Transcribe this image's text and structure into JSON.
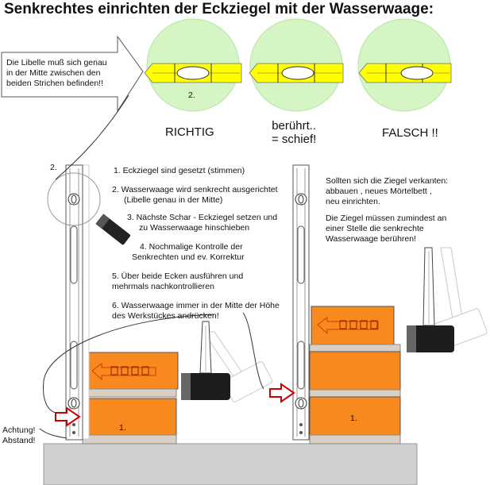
{
  "title": "Senkrechtes einrichten der Eckziegel mit der Wasserwaage:",
  "callout": {
    "lines": [
      "Die Libelle muß sich genau",
      "in der Mitte zwischen den",
      "beiden Strichen befinden!!"
    ]
  },
  "verdicts": {
    "richtig": "RICHTIG",
    "schief_line1": "berührt..",
    "schief_line2": "= schief!",
    "falsch": "FALSCH !!"
  },
  "markers": {
    "detail_number": "2.",
    "circle_number": "2.",
    "brick_left": "1.",
    "brick_right": "1."
  },
  "steps": {
    "s1": "1. Eckziegel sind gesetzt (stimmen)",
    "s2a": "2. Wasserwaage wird senkrecht ausgerichtet",
    "s2b": "(Libelle genau in der Mitte)",
    "s3a": "3. Nächste Schar - Eckziegel setzen und",
    "s3b": "zu Wasserwaage hinschieben",
    "s4a": "4. Nochmalige Kontrolle der",
    "s4b": "Senkrechten und ev. Korrektur",
    "s5a": "5. Über beide Ecken ausführen und",
    "s5b": "mehrmals nachkontrollieren",
    "s6a": "6. Wasserwaage immer in der Mitte der Höhe",
    "s6b": "des Werkstückes andrücken!"
  },
  "right_note": {
    "l1": "Sollten sich die Ziegel verkanten:",
    "l2": "abbauen , neues Mörtelbett ,",
    "l3": "neu einrichten.",
    "l4": "Die Ziegel müssen zumindest an",
    "l5": "einer Stelle die senkrechte",
    "l6": "Wasserwaage berühren!"
  },
  "warning": {
    "l1": "Achtung!",
    "l2": "Abstand!"
  },
  "colors": {
    "brick": "#f7891f",
    "mortar": "#d9cfc4",
    "bubble_bg": "#d6f5c4",
    "vial": "#ffff00",
    "ground": "#cfcfcf",
    "arrow_red": "#cc0000"
  }
}
